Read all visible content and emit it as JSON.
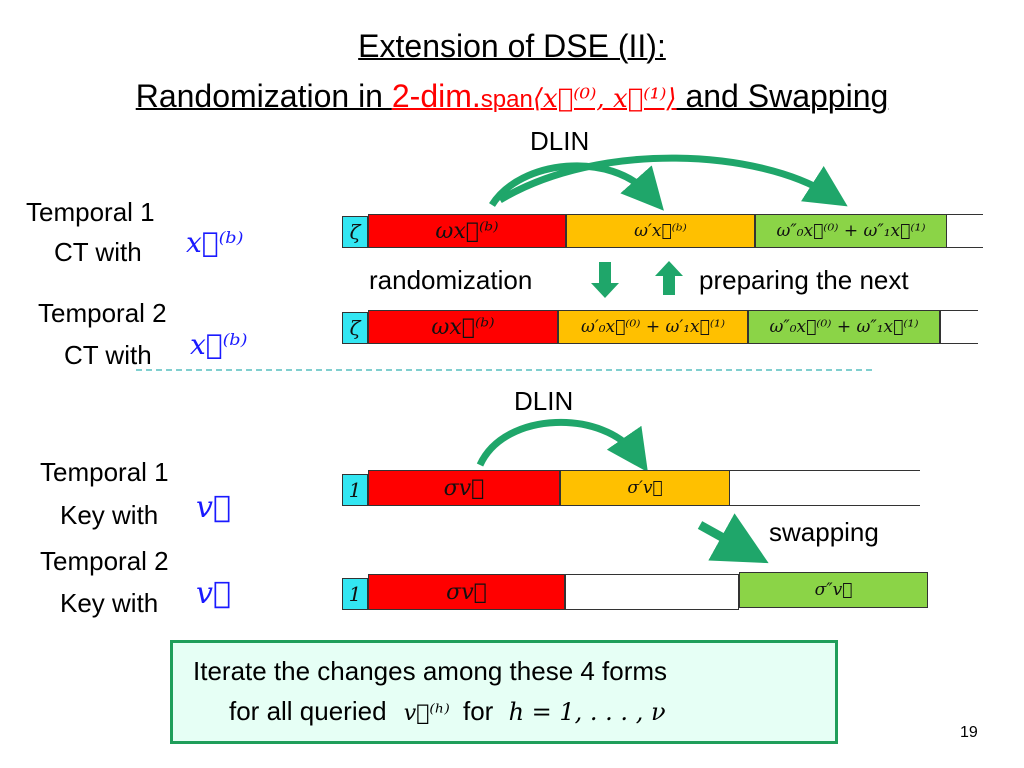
{
  "title": {
    "line1": "Extension of DSE (II):",
    "line2_prefix": "Randomization in ",
    "line2_red": "2-dim.",
    "line2_span_keyword": "span",
    "line2_span_math": "⟨x⃗⁽⁰⁾, x⃗⁽¹⁾⟩",
    "line2_suffix": " and Swapping"
  },
  "dlin_top": "DLIN",
  "dlin_bottom": "DLIN",
  "rows": {
    "ct1": {
      "label_line1": "Temporal 1",
      "label_line2": "CT with",
      "vec": "x⃗⁽ᵇ⁾",
      "cells": [
        "ζ",
        "ωx⃗⁽ᵇ⁾",
        "ω′x⃗⁽ᵇ⁾",
        "ω″₀x⃗⁽⁰⁾ + ω″₁x⃗⁽¹⁾"
      ]
    },
    "ct2": {
      "label_line1": "Temporal 2",
      "label_line2": "CT with",
      "vec": "x⃗⁽ᵇ⁾",
      "cells": [
        "ζ",
        "ωx⃗⁽ᵇ⁾",
        "ω′₀x⃗⁽⁰⁾ + ω′₁x⃗⁽¹⁾",
        "ω″₀x⃗⁽⁰⁾ + ω″₁x⃗⁽¹⁾"
      ]
    },
    "key1": {
      "label_line1": "Temporal 1",
      "label_line2": "Key with",
      "vec": "v⃗",
      "cells": [
        "1",
        "σv⃗",
        "σ′v⃗"
      ]
    },
    "key2": {
      "label_line1": "Temporal 2",
      "label_line2": "Key with",
      "vec": "v⃗",
      "cells": [
        "1",
        "σv⃗",
        "σ″v⃗"
      ]
    }
  },
  "randomization": "randomization",
  "preparing": "preparing the next",
  "swapping": "swapping",
  "box": {
    "line1": "Iterate the changes among these 4 forms",
    "line2_prefix": "for all queried",
    "line2_vec": "v⃗⁽ʰ⁾",
    "line2_for": "for",
    "line2_range": "h = 1, . . . , ν"
  },
  "page_number": "19",
  "colors": {
    "red": "#ff0000",
    "yellow": "#ffc000",
    "green": "#8bd447",
    "cyan": "#33e6f2",
    "arrow_green": "#1fa66a"
  }
}
